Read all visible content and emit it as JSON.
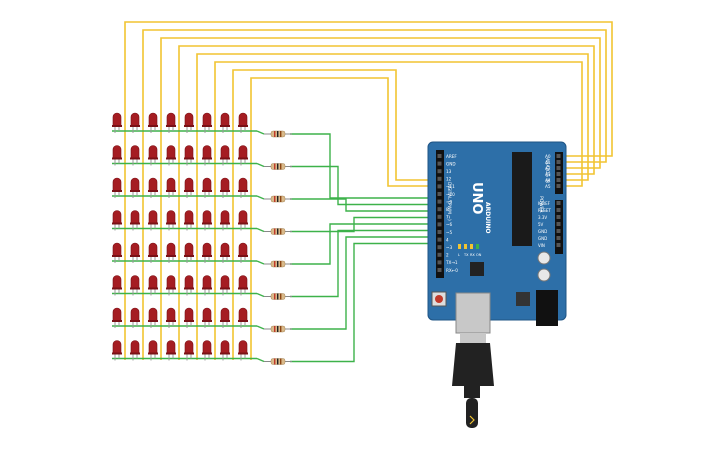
{
  "board": {
    "brand": "UNO",
    "logo_text": "ARDUINO",
    "digital_label": "DIGITAL (PWM ~)",
    "analog_label": "ANALOG IN",
    "power_label": "POWER",
    "digital_pins": [
      "AREF",
      "GND",
      "13",
      "12",
      "~11",
      "~10",
      "~9",
      "8",
      "7",
      "~6",
      "~5",
      "4",
      "~3",
      "2",
      "TX→1",
      "RX←0"
    ],
    "analog_pins": [
      "A0",
      "A1",
      "A2",
      "A3",
      "A4",
      "A5"
    ],
    "power_pins": [
      "IOREF",
      "RESET",
      "3.3V",
      "5V",
      "GND",
      "GND",
      "VIN"
    ],
    "led_labels": [
      "L",
      "TX",
      "RX",
      "ON"
    ]
  },
  "colors": {
    "board": "#2d6fa8",
    "board_dark": "#1f5485",
    "wire_yellow": "#f2c431",
    "wire_green": "#3db24a",
    "led_body": "#a51d22",
    "led_dark": "#7a1116",
    "resistor": "#d9b98a",
    "usb_silver": "#c8c8c8",
    "cable_black": "#222222"
  },
  "matrix": {
    "rows": 8,
    "cols": 8
  }
}
